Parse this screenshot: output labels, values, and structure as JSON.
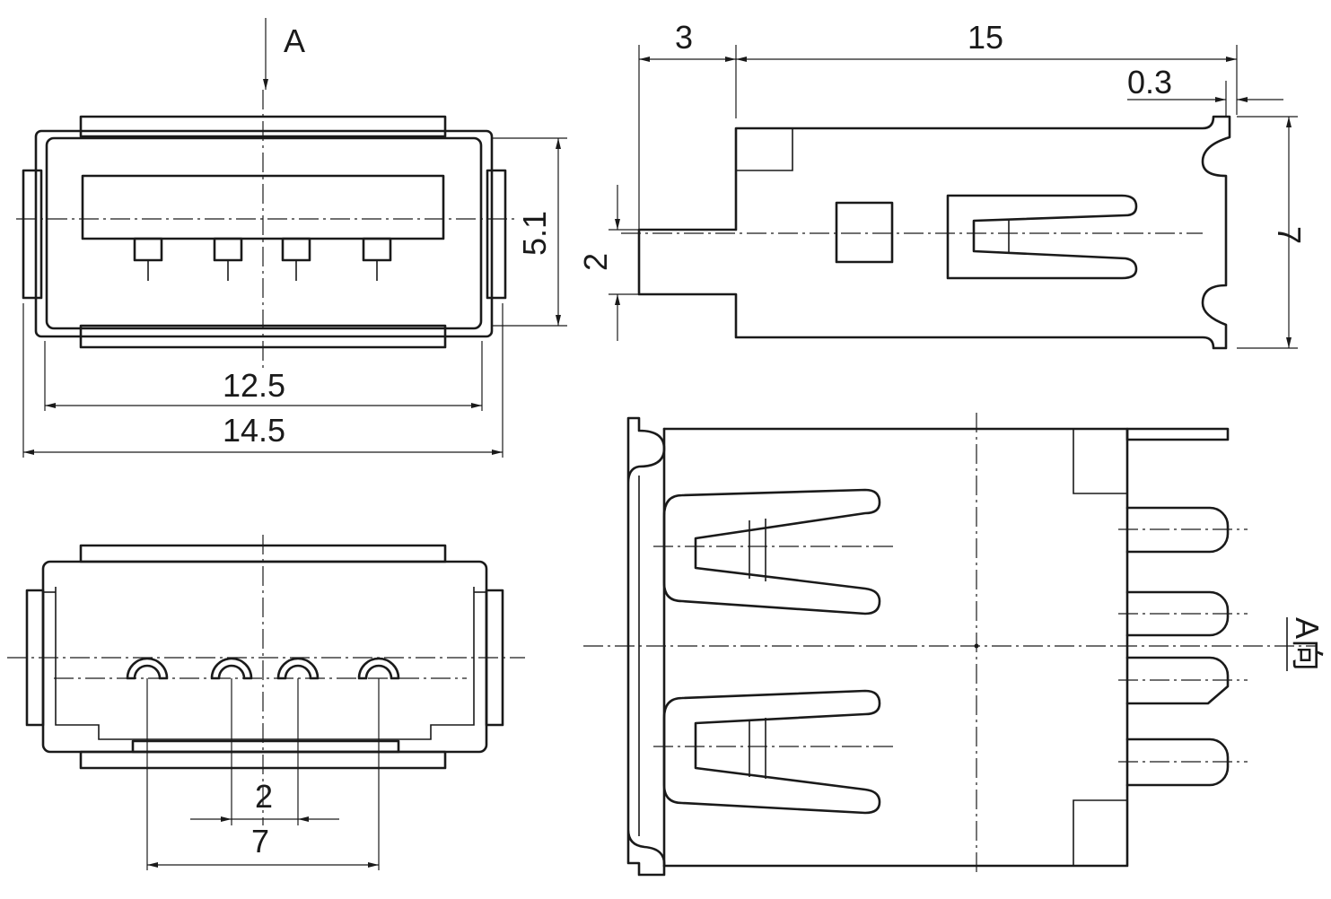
{
  "colors": {
    "line": "#1a1a1a",
    "background": "#ffffff"
  },
  "view_label": {
    "letter": "A",
    "suffix": "向"
  },
  "dimensions": {
    "front_width_inner": "12.5",
    "front_width_outer": "14.5",
    "front_height": "5.1",
    "side_lead": "3",
    "side_length": "15",
    "side_tab": "0.3",
    "side_height": "7",
    "side_pin_width": "2",
    "rear_pitch": "2",
    "rear_span": "7"
  }
}
